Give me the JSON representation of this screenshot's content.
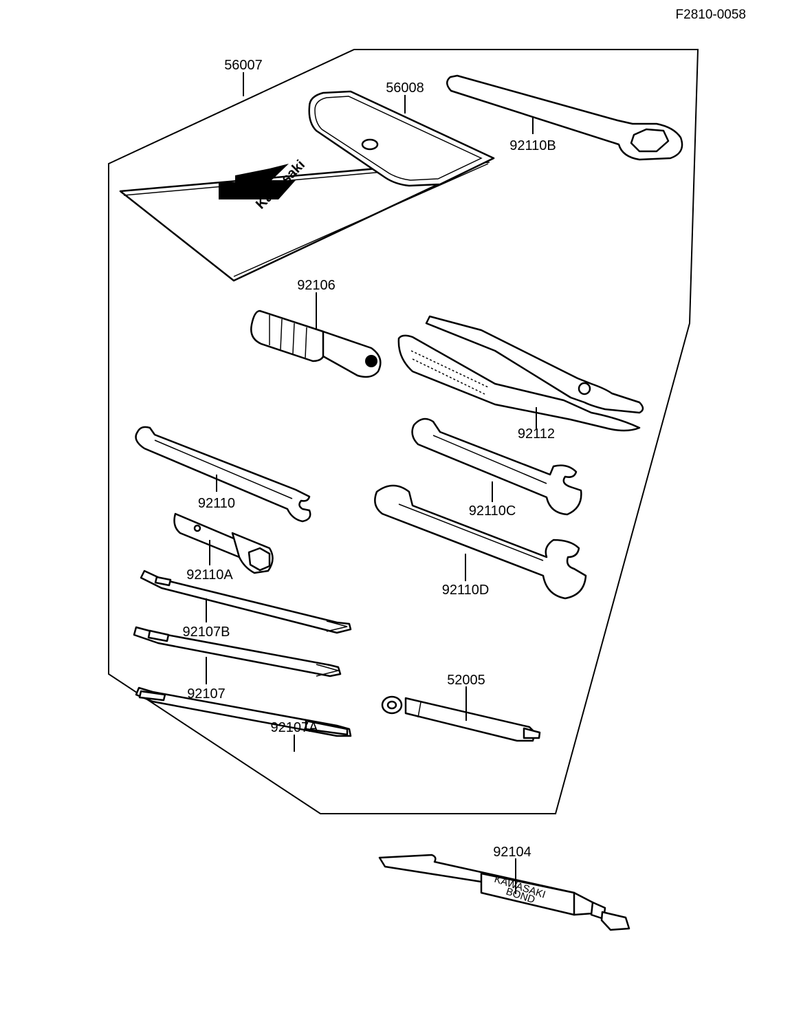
{
  "drawing_code": "F2810-0058",
  "parts": {
    "tool_kit": "56007",
    "tool_bag": "56008",
    "ring_wrench": "92110B",
    "spark_plug_wrench_handle": "92106",
    "pliers": "92112",
    "wrench_small": "92110",
    "wrench_medium": "92110C",
    "spark_plug_wrench": "92110A",
    "wrench_large": "92110D",
    "screwdriver_b": "92107B",
    "screwdriver": "92107",
    "screwdriver_a": "92107A",
    "hex_wrench_tool": "52005",
    "bond_tube": "92104"
  },
  "bag_logo": "Kawasaki",
  "tube_label": [
    "KAWASAKI",
    "BOND"
  ]
}
